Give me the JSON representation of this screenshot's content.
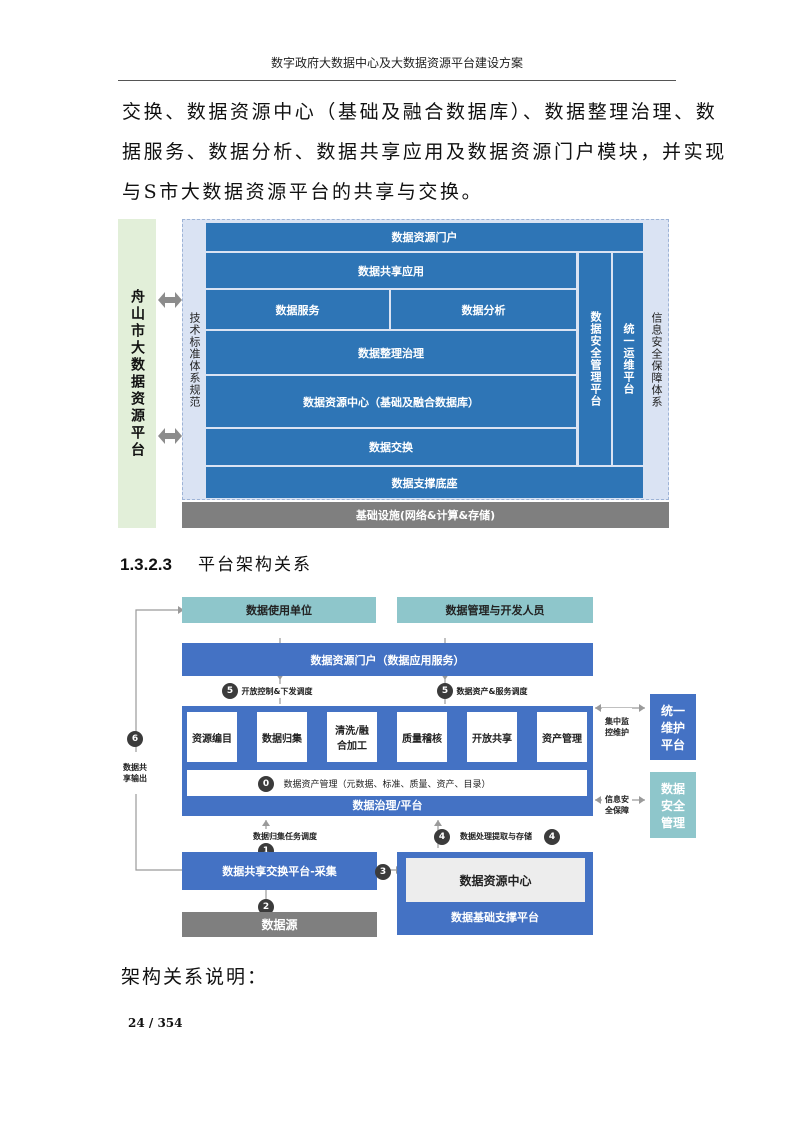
{
  "header": "数字政府大数据中心及大数据资源平台建设方案",
  "paragraph": [
    "交换、数据资源中心（基础及融合数据库）、数据整理治理、数",
    "据服务、数据分析、数据共享应用及数据资源门户模块，并实现",
    "与S市大数据资源平台的共享与交换。"
  ],
  "diagram1": {
    "left_platform": "舟山市大数据资源平台",
    "tech_standard": "技术标准体系规范",
    "portal": "数据资源门户",
    "sharing_app": "数据共享应用",
    "data_service": "数据服务",
    "data_analysis": "数据分析",
    "governance": "数据整理治理",
    "resource_center": "数据资源中心（基础及融合数据库）",
    "exchange": "数据交换",
    "support_base": "数据支撑底座",
    "security_mgmt": "数据安全管理平台",
    "ops": "统一运维平台",
    "info_security": "信息安全保障体系",
    "infrastructure": "基础设施(网络&计算&存储)"
  },
  "section": {
    "number": "1.3.2.3",
    "title": "平台架构关系"
  },
  "diagram2": {
    "data_users": "数据使用单位",
    "admins": "数据管理与开发人员",
    "portal_service": "数据资源门户（数据应用服务）",
    "label5a": "开放控制&下发调度",
    "label5b": "数据资产&服务调度",
    "modules": [
      "资源编目",
      "数据归集",
      "清洗/融合加工",
      "质量稽核",
      "开放共享",
      "资产管理"
    ],
    "asset_mgmt": "数据资产管理（元数据、标准、质量、资产、目录）",
    "governance_platform": "数据治理/平台",
    "side_monitor": "集中监控维护",
    "side_security": "信息安全保障",
    "ops_platform": "统一维护平台",
    "security_mgmt": "数据安全管理",
    "share_output": "数据共享输出",
    "label1": "数据归集任务调度",
    "label4": "数据处理提取与存储",
    "exchange_platform": "数据共享交换平台-采集",
    "resource_center": "数据资源中心",
    "support_platform": "数据基础支撑平台",
    "data_source": "数据源",
    "n0": "0",
    "n1": "1",
    "n2": "2",
    "n3": "3",
    "n4": "4",
    "n5": "5",
    "n6": "6"
  },
  "conclusion": "架构关系说明：",
  "page": "24 / 354",
  "colors": {
    "blue": "#2E75B6",
    "mid_blue": "#4472C4",
    "green_panel": "#E2EFD9",
    "lavender": "#DAE3F3",
    "teal": "#8EC6CB",
    "gray": "#7F7F7F"
  }
}
